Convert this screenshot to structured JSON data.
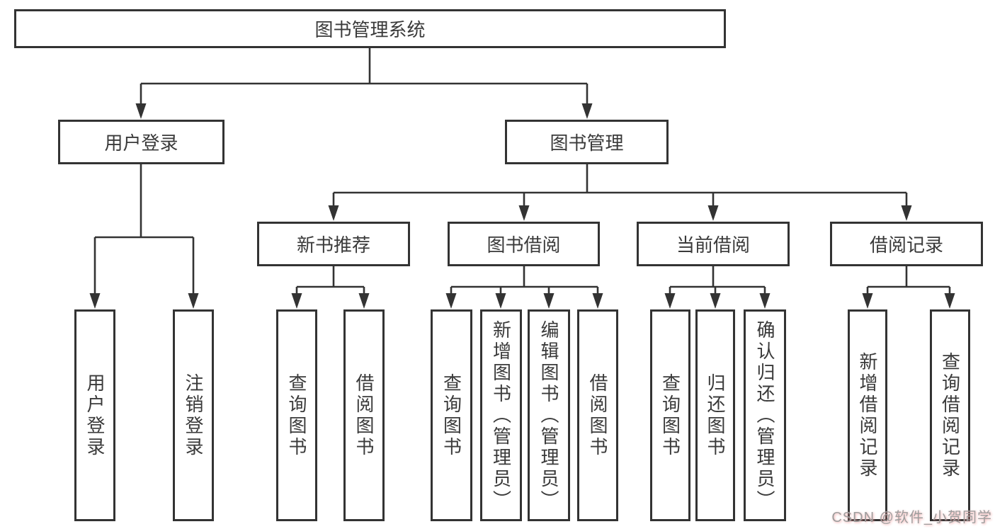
{
  "diagram": {
    "root": {
      "label": "图书管理系统"
    },
    "branches": {
      "user_login": {
        "label": "用户登录",
        "children": {
          "login": {
            "label": "用户登录"
          },
          "logout": {
            "label": "注销登录"
          }
        }
      },
      "book_management": {
        "label": "图书管理",
        "children": {
          "new_book_recommend": {
            "label": "新书推荐",
            "children": {
              "query_books": {
                "label": "查询图书"
              },
              "borrow_books": {
                "label": "借阅图书"
              }
            }
          },
          "book_borrow": {
            "label": "图书借阅",
            "children": {
              "query_books": {
                "label": "查询图书"
              },
              "add_books_admin": {
                "label": "新增图书（管理员）"
              },
              "edit_books_admin": {
                "label": "编辑图书（管理员）"
              },
              "borrow_books": {
                "label": "借阅图书"
              }
            }
          },
          "current_borrow": {
            "label": "当前借阅",
            "children": {
              "query_books": {
                "label": "查询图书"
              },
              "return_books": {
                "label": "归还图书"
              },
              "confirm_return_admin": {
                "label": "确认归还（管理员）"
              }
            }
          },
          "borrow_records": {
            "label": "借阅记录",
            "children": {
              "add_borrow_record": {
                "label": "新增借阅记录"
              },
              "query_borrow_record": {
                "label": "查询借阅记录"
              }
            }
          }
        }
      }
    },
    "colors": {
      "line": "#333333",
      "text": "#3a3a3a",
      "box_background": "#ffffff",
      "watermark_text": "#9e9e9e",
      "watermark_glow": "#f09696"
    },
    "watermark": {
      "text": "CSDN @软件_小贺同学"
    }
  }
}
